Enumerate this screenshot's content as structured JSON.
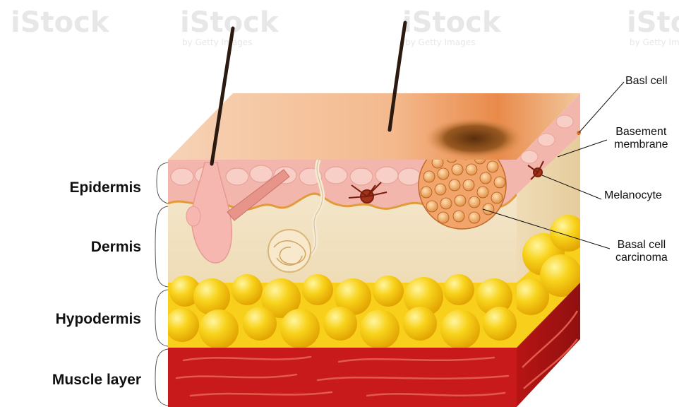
{
  "layers": {
    "epidermis": "Epidermis",
    "dermis": "Dermis",
    "hypodermis": "Hypodermis",
    "muscle": "Muscle layer"
  },
  "callouts": {
    "basal_cell": "Basl cell",
    "basement_line1": "Basement",
    "basement_line2": "membrane",
    "melanocyte": "Melanocyte",
    "bcc_line1": "Basal cell",
    "bcc_line2": "carcinoma"
  },
  "watermark": {
    "brand": "iStock",
    "byline": "by Getty Images"
  },
  "colors": {
    "skin_surface": "#f8c9a6",
    "epidermis": "#f0b2a8",
    "dermis": "#f3e4c4",
    "fat": "#f5c400",
    "muscle": "#c81818",
    "melanoma_dark": "#6b3a10"
  }
}
